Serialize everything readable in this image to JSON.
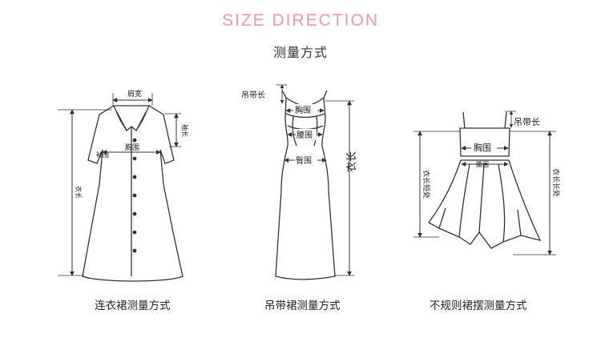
{
  "header": {
    "title": "SIZE DIRECTION",
    "subtitle": "测量方式"
  },
  "colors": {
    "title": "#e89aa8",
    "line": "#333333"
  },
  "figures": [
    {
      "name": "shirt-dress",
      "caption": "连衣裙测量方式",
      "labels": {
        "shoulder": "肩宽",
        "sleeve_length": "袖长",
        "sleeve_width": "袖围",
        "bust": "胸围",
        "length": "衣长"
      }
    },
    {
      "name": "slip-dress",
      "caption": "吊带裙测量方式",
      "labels": {
        "strap": "吊带长",
        "bust": "胸围",
        "waist": "腰围",
        "hip": "臀围",
        "length": "衣长"
      }
    },
    {
      "name": "irregular-hem-dress",
      "caption": "不规则裙摆测量方式",
      "labels": {
        "strap": "吊带长",
        "bust": "胸围",
        "waist": "腰围",
        "short_length": "衣长短处",
        "long_length": "衣长长处"
      }
    }
  ]
}
